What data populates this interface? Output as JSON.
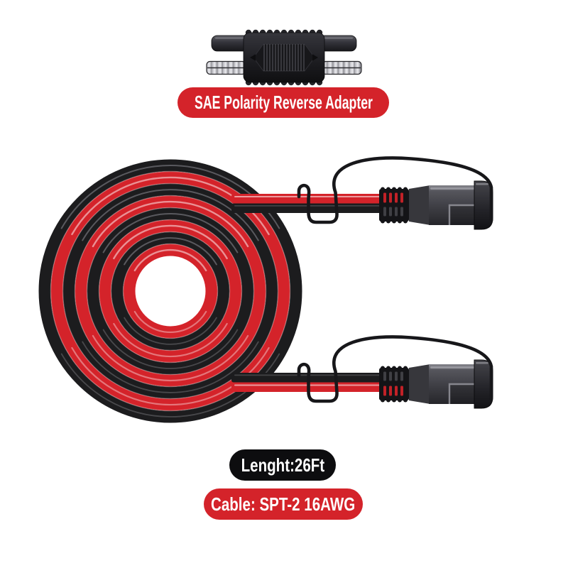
{
  "badges": {
    "adapter_label": "SAE Polarity Reverse Adapter",
    "length_label": "Lenght:26Ft",
    "cable_label": "Cable: SPT-2 16AWG"
  },
  "colors": {
    "background": "#ffffff",
    "accent_red": "#d4232a",
    "badge_black": "#0d0d0f",
    "badge_text": "#ffffff",
    "cable_red": "#d4232a",
    "cable_black": "#1c1c1e",
    "wire_black": "#17171a",
    "connector_gray": "#45454b",
    "metal_silver": "#c9c9ce"
  }
}
